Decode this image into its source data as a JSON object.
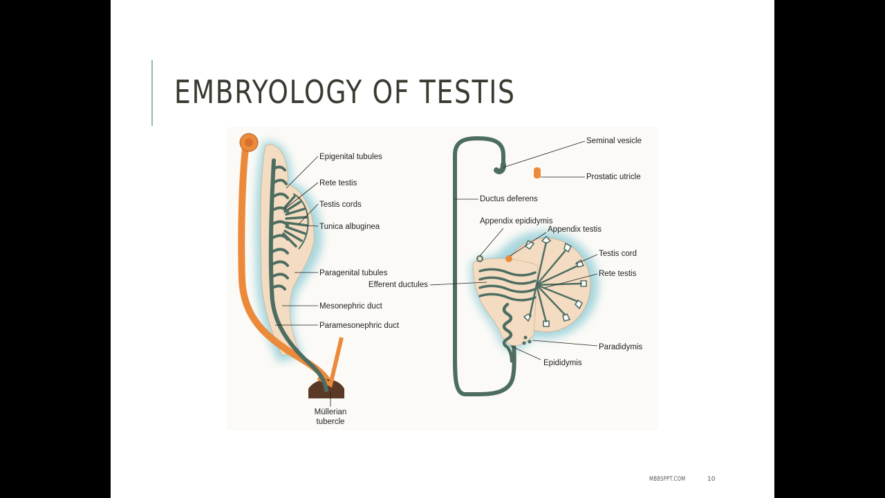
{
  "slide": {
    "title": "EMBRYOLOGY OF TESTIS",
    "footer_site": "MBBSPPT.COM",
    "page_number": "10"
  },
  "colors": {
    "slide_bg": "#ffffff",
    "frame_bg": "#000000",
    "accent_bar": "#8fb7b5",
    "duct_green": "#4d6d61",
    "paramesonephric_orange": "#ec8a3c",
    "tissue_beige": "#f3dcc2",
    "halo_blue": "#9fd3db"
  },
  "figure": {
    "left": {
      "labels": [
        "Epigenital tubules",
        "Rete testis",
        "Testis cords",
        "Tunica albuginea",
        "Paragenital tubules",
        "Mesonephric duct",
        "Paramesonephric duct",
        "Müllerian",
        "tubercle"
      ]
    },
    "right": {
      "labels": [
        "Seminal vesicle",
        "Prostatic utricle",
        "Ductus deferens",
        "Appendix epididymis",
        "Appendix testis",
        "Testis cord",
        "Rete testis",
        "Efferent ductules",
        "Paradidymis",
        "Epididymis"
      ]
    }
  }
}
